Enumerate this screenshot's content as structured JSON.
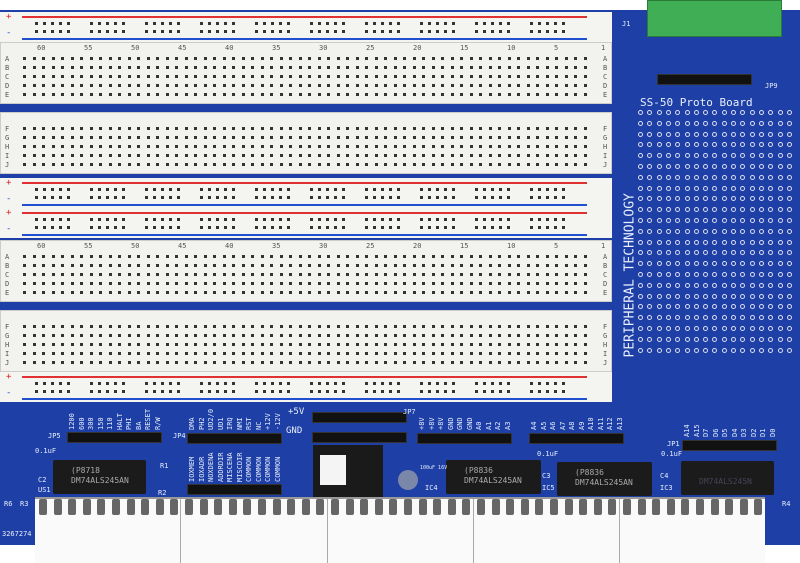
{
  "board": {
    "title": "SS-50 Proto Board",
    "maker": "PERIPHERAL TECHNOLOGY",
    "serial": "3267274",
    "colors": {
      "pcb": "#1d3fa6",
      "rail_positive": "#e03030",
      "rail_negative": "#2050d0",
      "terminal": "#3fae55"
    }
  },
  "breadboard": {
    "columns": [
      "60",
      "55",
      "50",
      "45",
      "40",
      "35",
      "30",
      "25",
      "20",
      "15",
      "10",
      "5",
      "1"
    ],
    "rows_top": [
      "A",
      "B",
      "C",
      "D",
      "E"
    ],
    "rows_bottom": [
      "F",
      "G",
      "H",
      "I",
      "J"
    ],
    "plus": "+",
    "minus": "-"
  },
  "silk": {
    "j1": "J1",
    "jp9": "JP9",
    "jp5": "JP5",
    "jp4": "JP4",
    "jp7": "JP7",
    "jp1": "JP1",
    "jp5_pins": [
      "1200",
      "600",
      "300",
      "150",
      "110",
      "HALT",
      "PHI",
      "BA",
      "RESET",
      "R/W"
    ],
    "jp4_pins_top": [
      "DMA",
      "PH2",
      "UD2/0",
      "UD1",
      "IRQ",
      "NMI",
      "RST",
      "NC",
      "+12V",
      "-12V"
    ],
    "jp4_pins_bottom": [
      "IOXMEM",
      "IOXADR",
      "NOXDENA",
      "ADDRDIR",
      "MISCENA",
      "MISCDIR",
      "COMMON",
      "COMMON",
      "COMMON",
      "COMMON"
    ],
    "power": [
      "+5V",
      "GND"
    ],
    "jp7_pins": [
      "+8V",
      "+8V",
      "+8V",
      "GND",
      "GND",
      "GND",
      "A0",
      "A1",
      "A2",
      "A3"
    ],
    "addr_pins": [
      "A4",
      "A5",
      "A6",
      "A7",
      "A8",
      "A9",
      "A10",
      "A11",
      "A12",
      "A13"
    ],
    "jp1_pins": [
      "A14",
      "A15",
      "D7",
      "D6",
      "D5",
      "D4",
      "D3",
      "D2",
      "D1",
      "D0"
    ],
    "caps": [
      "0.1uF",
      "0.1uF",
      "0.1uF"
    ],
    "refs": [
      "C2",
      "C3",
      "C4",
      "R1",
      "R2",
      "R3",
      "R4",
      "R6",
      "US1",
      "IC4",
      "IC5",
      "IC3"
    ],
    "elcap": "100uF 16V"
  },
  "chips": [
    {
      "code": "(P8718",
      "part": "DM74ALS245AN"
    },
    {
      "code": "(P8836",
      "part": "DM74ALS245AN"
    },
    {
      "code": "(P8836",
      "part": "DM74ALS245AN"
    },
    {
      "code": "",
      "part": "DM74ALS245N"
    }
  ]
}
